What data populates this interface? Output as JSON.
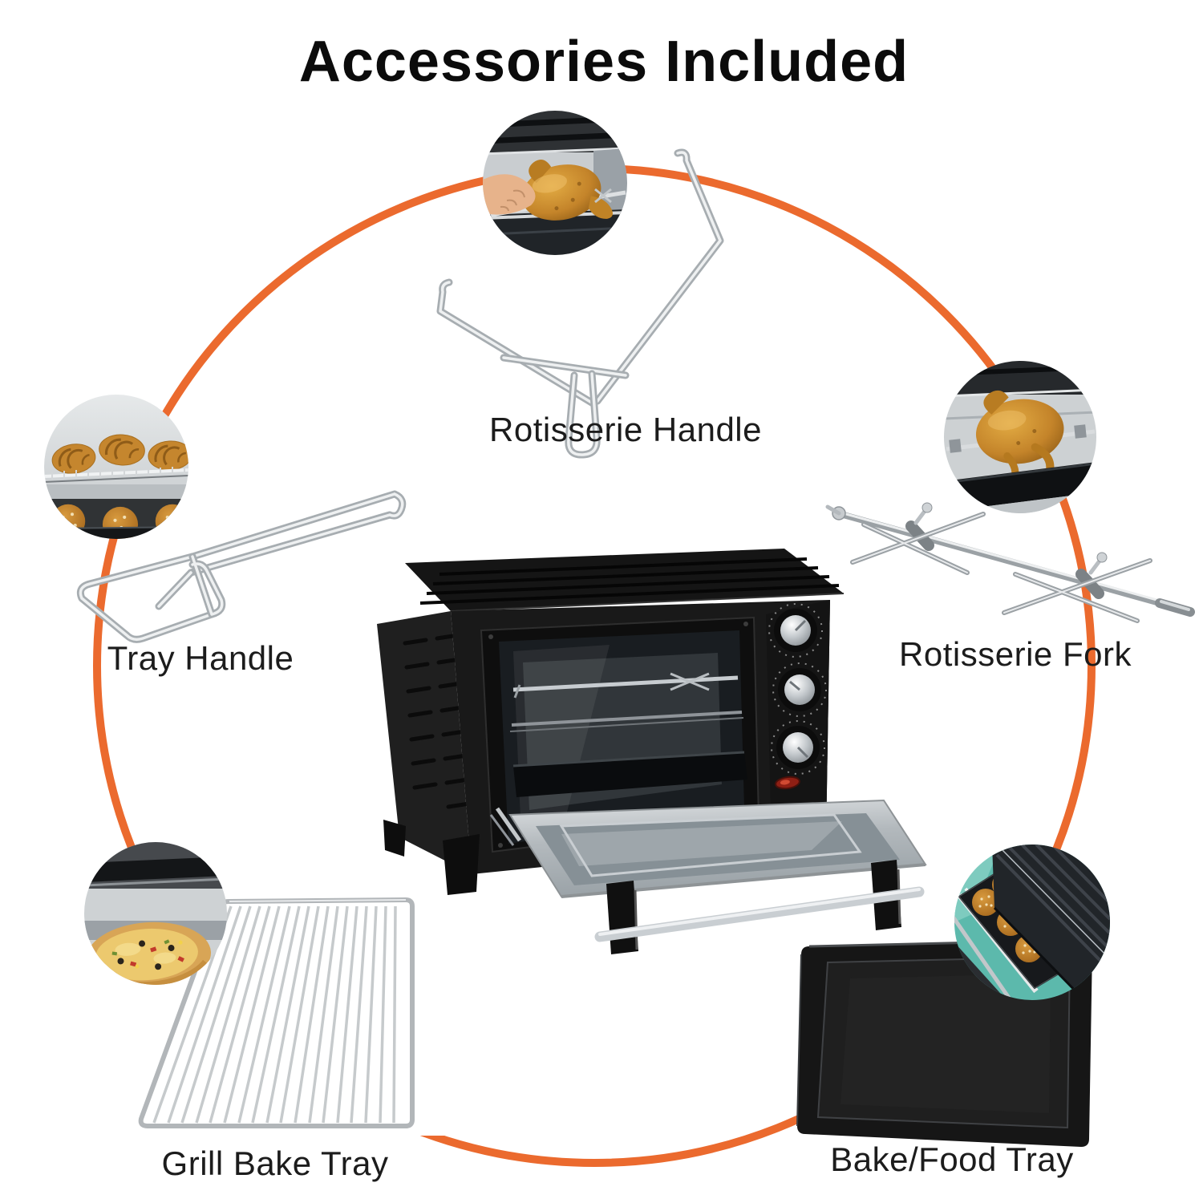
{
  "page": {
    "title": "Accessories Included",
    "background_color": "#ffffff",
    "accent_ring_color": "#EB6A2E",
    "title_color": "#0b0b0b",
    "label_color": "#1c1c1c"
  },
  "center_product": {
    "name": "toaster-oven",
    "description": "black countertop toaster oven with three silver knobs, open glass door and slide-out tray"
  },
  "accessories": [
    {
      "label": "Rotisserie Handle",
      "position": "top",
      "photo": "hand-holding-rotisserie-chicken-photo"
    },
    {
      "label": "Tray Handle",
      "position": "left",
      "photo": "croissants-and-buns-in-oven-photo"
    },
    {
      "label": "Rotisserie Fork",
      "position": "right",
      "photo": "roasted-chicken-on-spit-photo"
    },
    {
      "label": "Grill Bake Tray",
      "position": "bottom-left",
      "photo": "pizza-in-oven-photo"
    },
    {
      "label": "Bake/Food Tray",
      "position": "bottom-right",
      "photo": "buns-on-tray-in-air-fryer-photo"
    }
  ]
}
